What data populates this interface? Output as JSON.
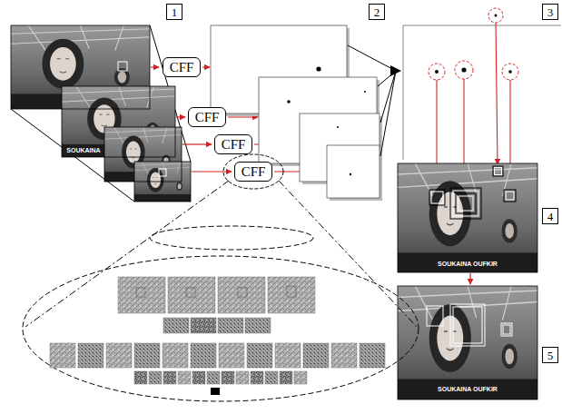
{
  "diagram": {
    "nodes": [
      {
        "text": [
          "1"
        ]
      },
      {
        "text": [
          "2"
        ]
      },
      {
        "text": [
          "3"
        ]
      },
      {
        "text": [
          "CFF"
        ]
      },
      {
        "text": [
          "CFF"
        ]
      },
      {
        "text": [
          "CFF"
        ]
      },
      {
        "text": [
          "CFF"
        ]
      },
      {
        "text": [
          "4"
        ]
      },
      {
        "text": [
          "5"
        ]
      }
    ],
    "labels": [
      "SOUKAINA",
      "SOUKAINA OUFKIR",
      "SOUKAINA OUFKIR"
    ]
  }
}
